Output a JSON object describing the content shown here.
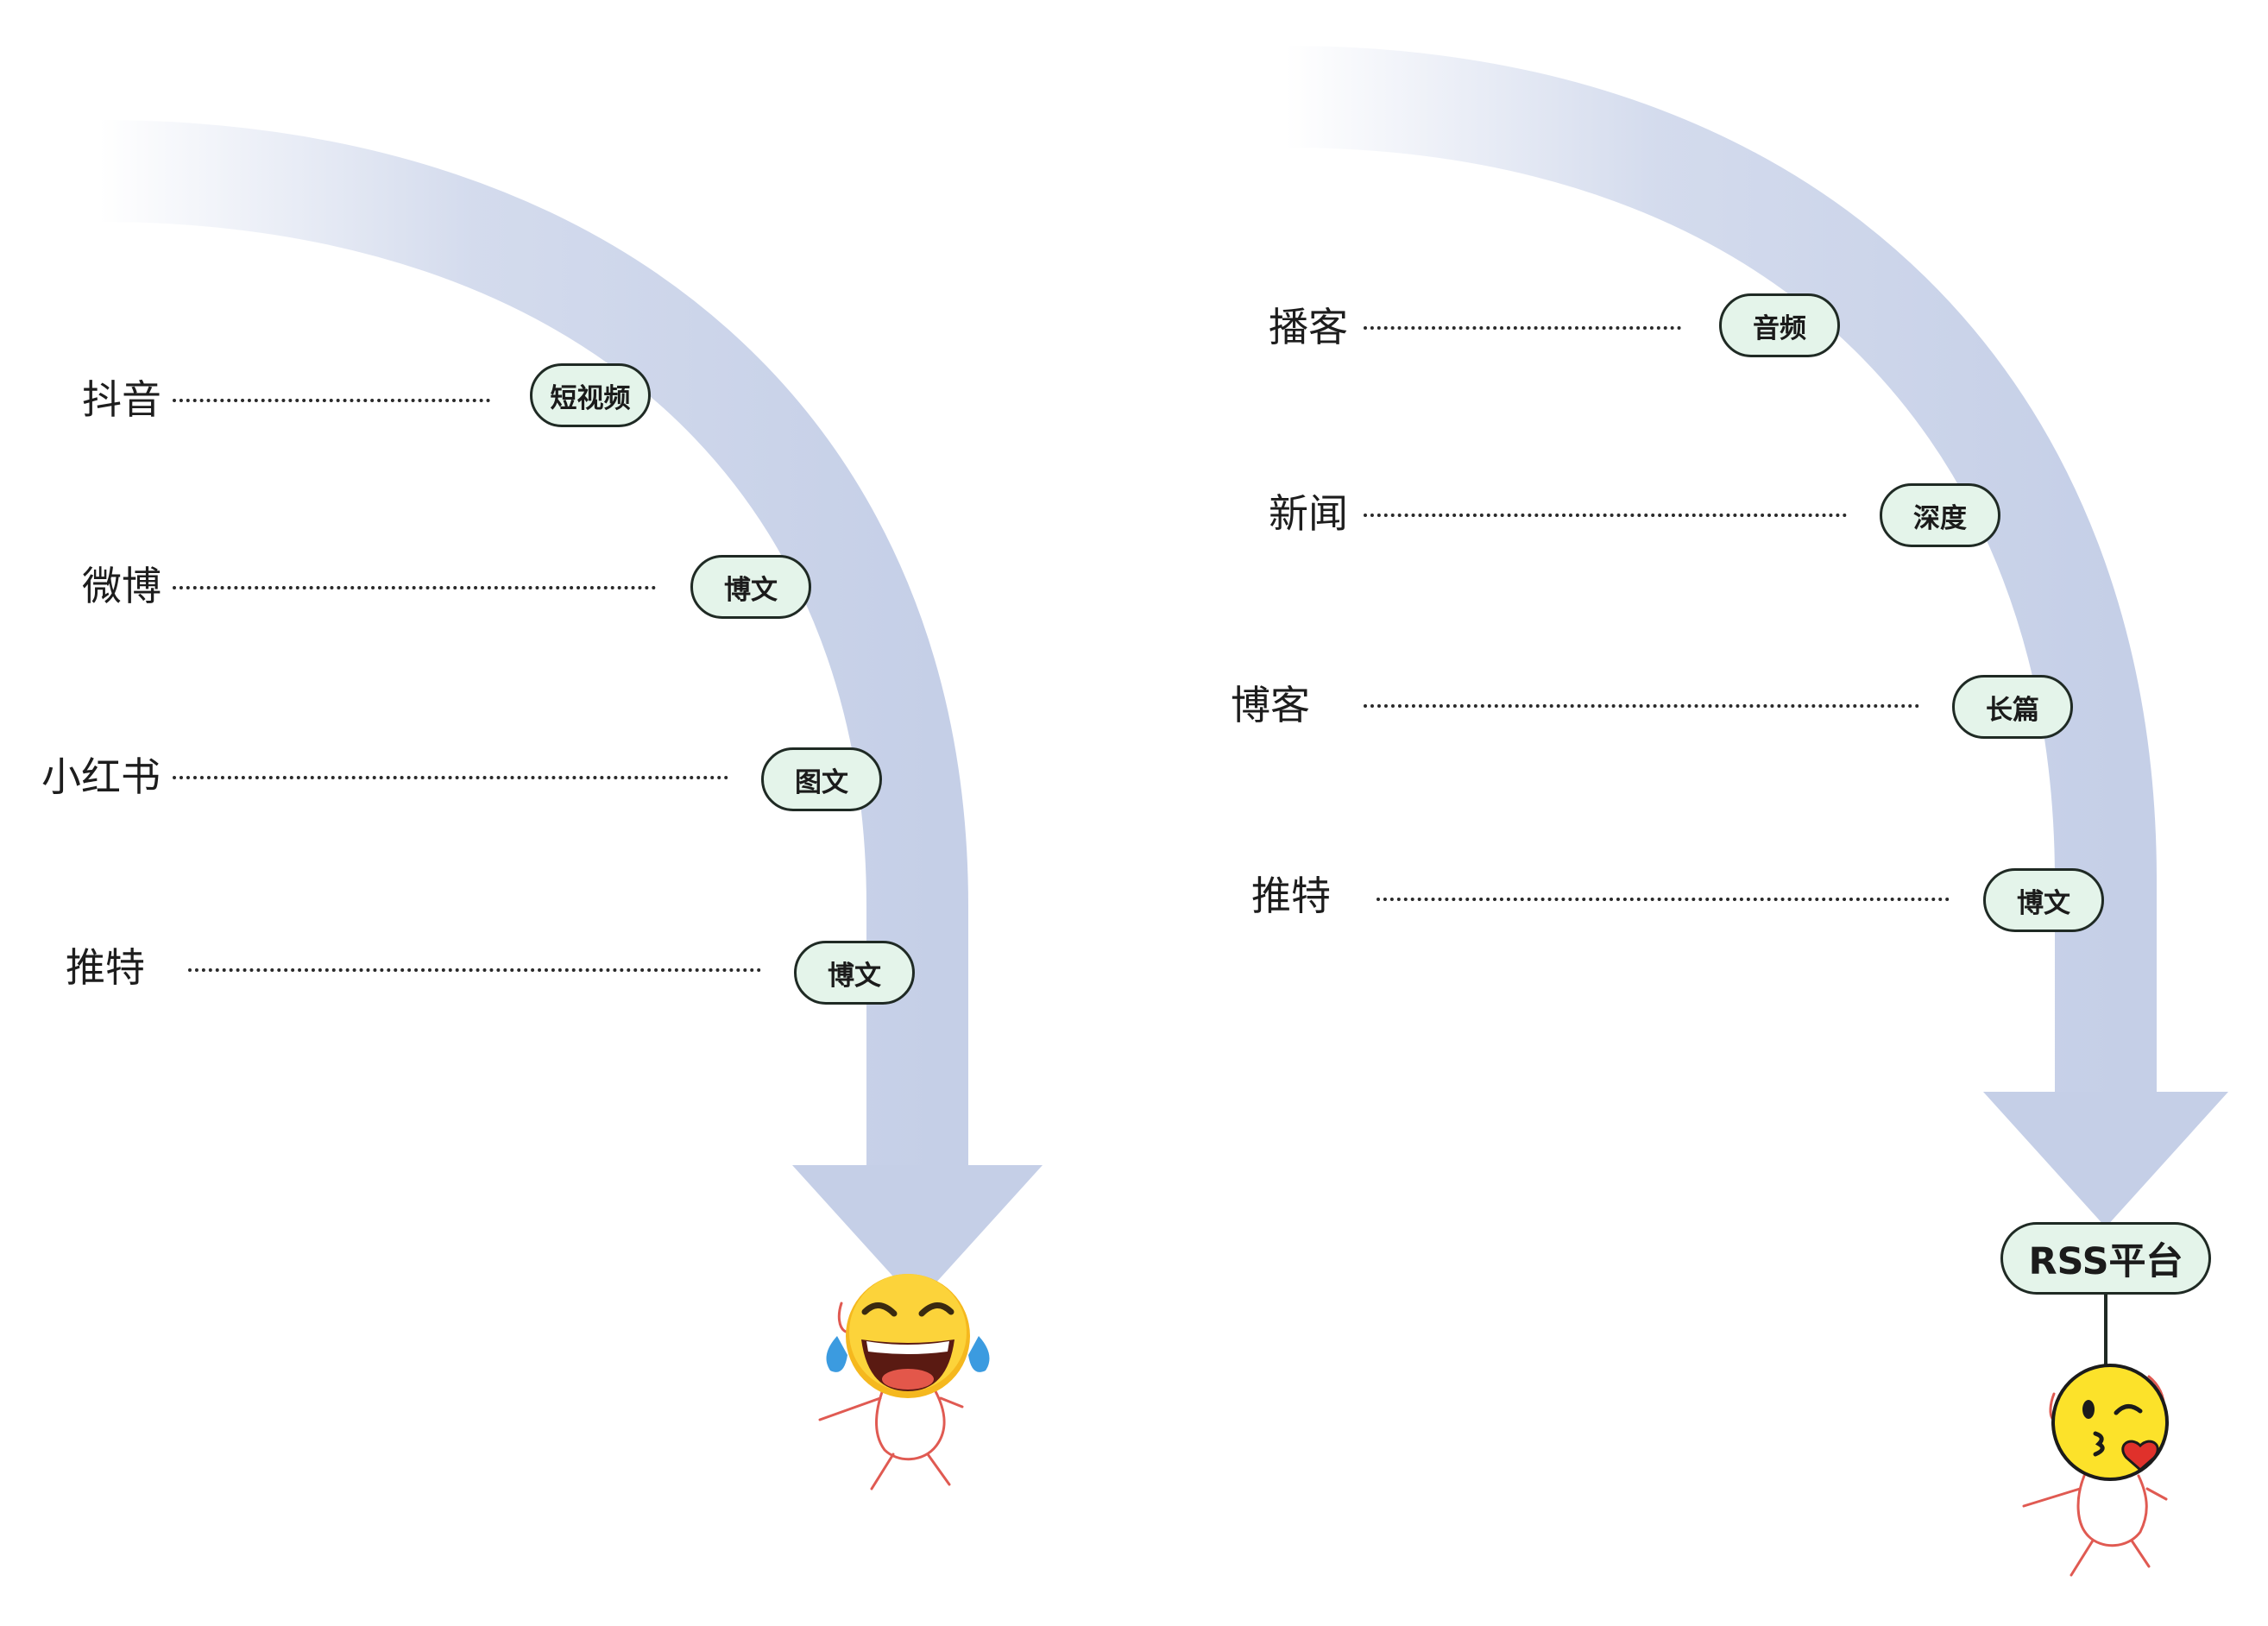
{
  "left_flow": {
    "rows": [
      {
        "platform": "抖音",
        "tag": "短视频"
      },
      {
        "platform": "微博",
        "tag": "博文"
      },
      {
        "platform": "小红书",
        "tag": "图文"
      },
      {
        "platform": "推特",
        "tag": "博文"
      }
    ],
    "endpoint_face": "laughing-with-tears"
  },
  "right_flow": {
    "rows": [
      {
        "platform": "播客",
        "tag": "音频"
      },
      {
        "platform": "新闻",
        "tag": "深度"
      },
      {
        "platform": "博客",
        "tag": "长篇"
      },
      {
        "platform": "推特",
        "tag": "博文"
      }
    ],
    "destination": "RSS平台",
    "endpoint_face": "kissing-wink"
  },
  "colors": {
    "arrow": "#c5cfe7",
    "pill_fill": "#e4f4ea",
    "pill_border": "#1f2a24",
    "figure_lines": "#e05a52"
  }
}
